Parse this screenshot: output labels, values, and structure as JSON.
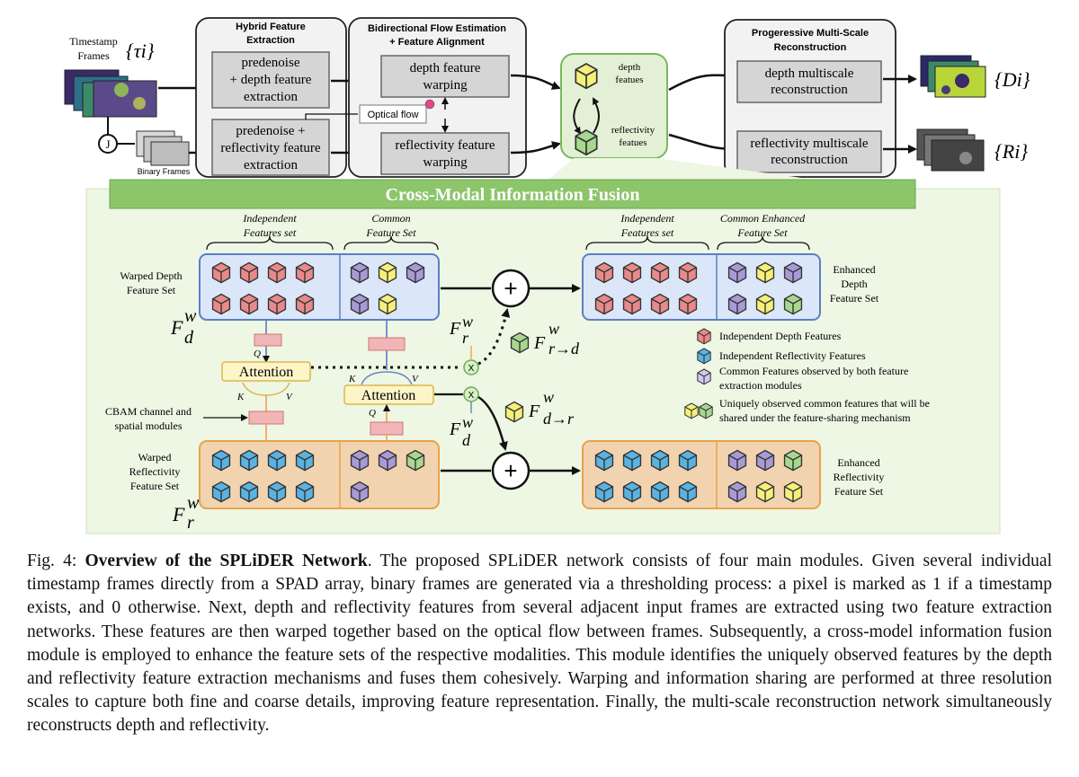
{
  "input": {
    "timestamp_label_line1": "Timestamp",
    "timestamp_label_line2": "Frames",
    "timestamp_symbol": "{τi}",
    "binary_label": "Binary Frames",
    "threshold_symbol": "J"
  },
  "hybrid": {
    "title_line1": "Hybrid Feature",
    "title_line2": "Extraction",
    "depth_box": [
      "predenoise",
      "+ depth feature",
      "extraction"
    ],
    "refl_box": [
      "predenoise +",
      "reflectivity feature",
      "extraction"
    ]
  },
  "flow": {
    "title_line1": "Bidirectional Flow Estimation",
    "title_line2": "+ Feature Alignment",
    "depth_box": [
      "depth feature",
      "warping"
    ],
    "refl_box": [
      "reflectivity feature",
      "warping"
    ],
    "optical_flow": "Optical flow"
  },
  "features": {
    "depth": [
      "depth",
      "featues"
    ],
    "refl": [
      "reflectivity",
      "featues"
    ]
  },
  "reconstruction": {
    "title_line1": "Progeressive Multi-Scale",
    "title_line2": "Reconstruction",
    "depth_box": [
      "depth multiscale",
      "reconstruction"
    ],
    "refl_box": [
      "reflectivity multiscale",
      "reconstruction"
    ],
    "depth_out": "{Di}",
    "refl_out": "{Ri}"
  },
  "fusion": {
    "banner": "Cross-Modal Information Fusion",
    "indep_set": [
      "Independent",
      "Features set"
    ],
    "common_set": [
      "Common",
      "Feature Set"
    ],
    "indep_set_right": [
      "Independent",
      "Features set"
    ],
    "common_enhanced": [
      "Common Enhanced",
      "Feature Set"
    ],
    "warped_depth": [
      "Warped Depth",
      "Feature Set"
    ],
    "warped_refl": [
      "Warped",
      "Reflectivity",
      "Feature Set"
    ],
    "enhanced_depth": [
      "Enhanced",
      "Depth",
      "Feature Set"
    ],
    "enhanced_refl": [
      "Enhanced",
      "Reflectivity",
      "Feature Set"
    ],
    "attention": "Attention",
    "cbam": [
      "CBAM channel and",
      "spatial modules"
    ],
    "q": "Q",
    "k": "K",
    "v": "V",
    "f_dw": "F",
    "f_rw": "F",
    "f_r_to_d": "r→d",
    "f_d_to_r": "d→r",
    "sub_d": "d",
    "sub_r": "r",
    "sup_w": "w",
    "x_symbol": "X",
    "plus_symbol": "+"
  },
  "legend": [
    "Independent Depth  Features",
    "Independent Reflectivity  Features",
    "Common  Features observed by both  feature",
    "extraction modules",
    "Uniquely observed common features that will be",
    "shared under the feature-sharing mechanism"
  ],
  "caption": {
    "fig_label": "Fig. 4: ",
    "bold_title": "Overview of the SPLiDER Network",
    "body": ". The proposed SPLiDER network consists of four main modules. Given several individual timestamp frames directly from a SPAD array, binary frames are generated via a thresholding process: a pixel is marked as 1 if a timestamp exists, and 0 otherwise. Next, depth and reflectivity features from several adjacent input frames are extracted using two feature extraction networks. These features are then warped together based on the optical flow between frames. Subsequently, a cross-model information fusion module is employed to enhance the feature sets of the respective modalities. This module identifies the uniquely observed features by the depth and reflectivity feature extraction mechanisms and fuses them cohesively. Warping and information sharing are performed at three resolution scales to capture both fine and coarse details, improving feature representation. Finally, the multi-scale reconstruction network simultaneously reconstructs depth and reflectivity."
  },
  "colors": {
    "depth_cube": "#e88a8a",
    "refl_cube": "#5ab3e0",
    "common_cube": "#a89ad6",
    "shared_cube": "#f5f07a",
    "fusion_bg": "#eef6e4",
    "banner": "#8cc56a",
    "depth_set_bg": "#dbe7f8",
    "refl_set_bg": "#f2d3b0"
  }
}
